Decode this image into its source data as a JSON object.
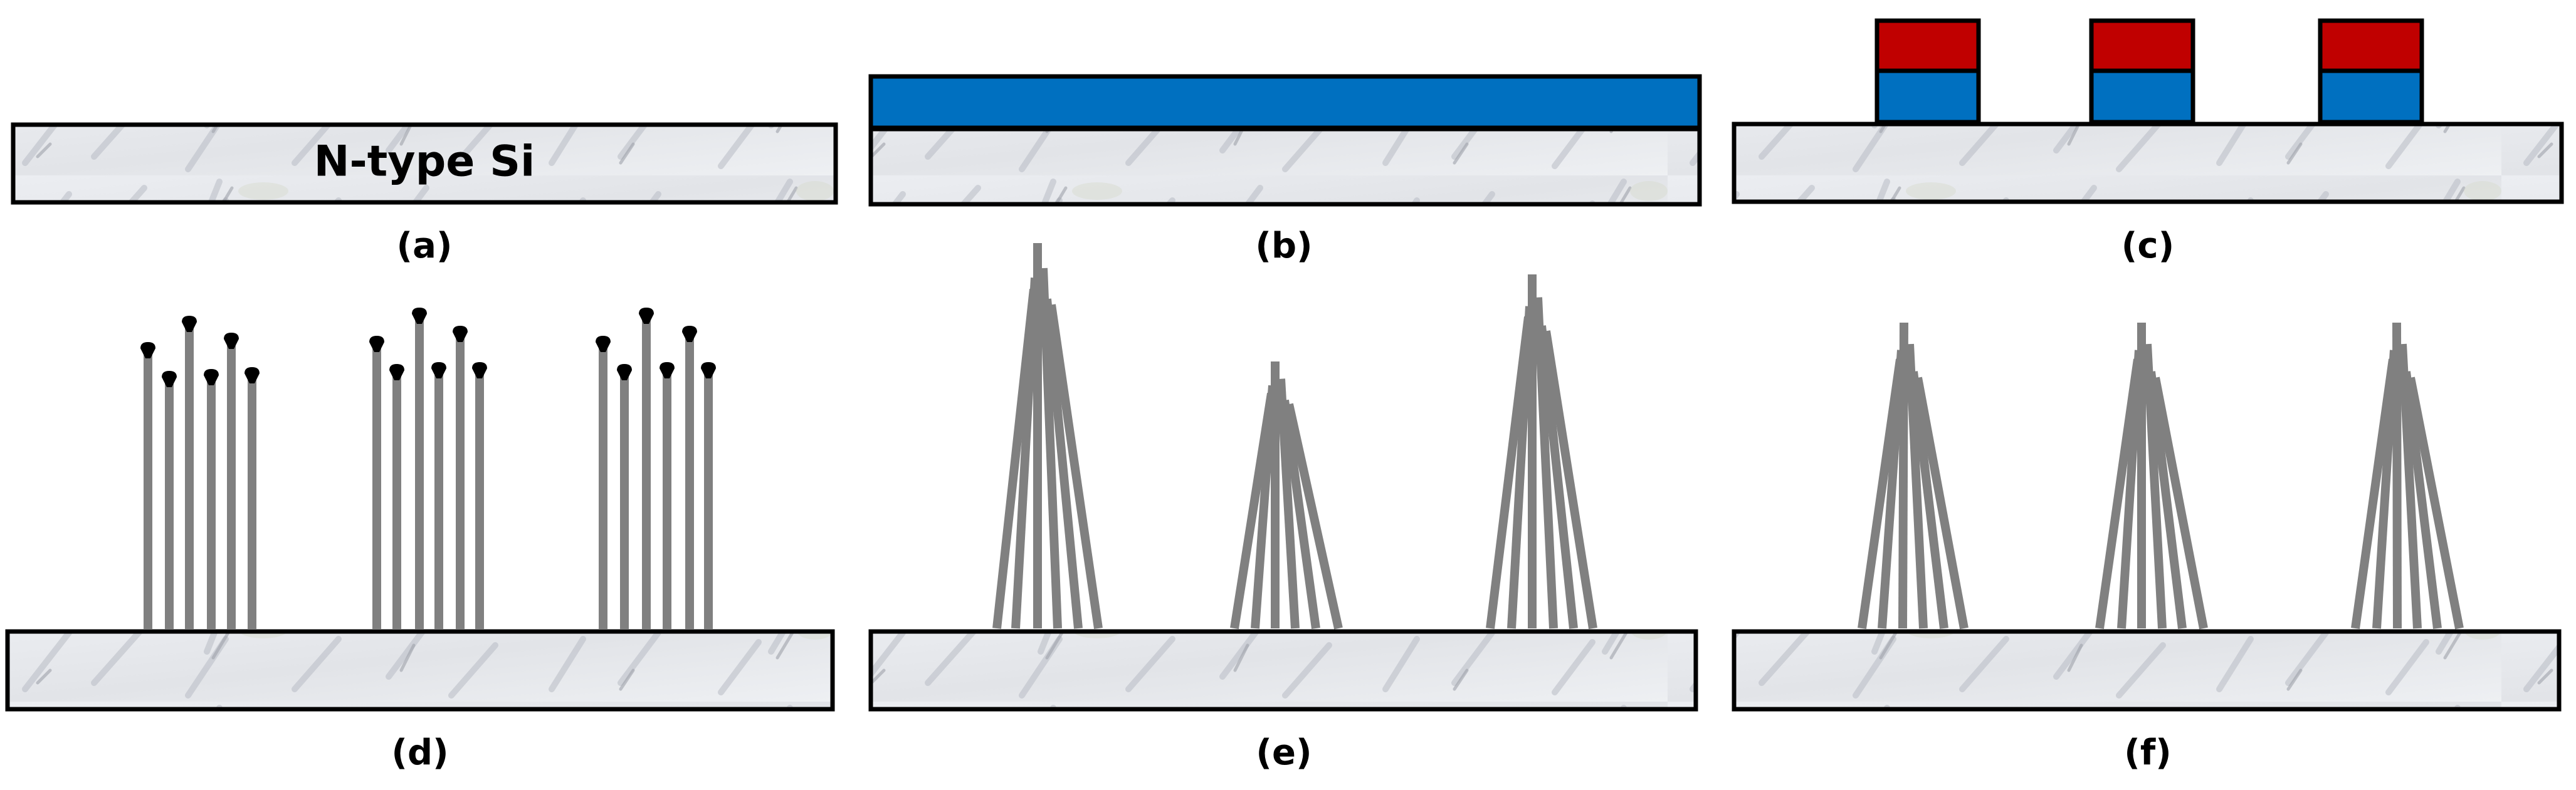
{
  "figure": {
    "substrate_label": "N-type Si",
    "colors": {
      "oxide_layer": "#0070C0",
      "mask_layer": "#C00000",
      "nanowire": "#808080",
      "catalyst_tip": "#000000",
      "outline": "#000000"
    },
    "panels": [
      {
        "id": "a",
        "label": "(a)",
        "content": "bare N-type Si substrate"
      },
      {
        "id": "b",
        "label": "(b)",
        "content": "blue layer deposited over substrate"
      },
      {
        "id": "c",
        "label": "(c)",
        "content": "three patterned pillars: blue layer capped with red layer",
        "pillar_count": 3
      },
      {
        "id": "d",
        "label": "(d)",
        "content": "three groups of vertical nanowires with black catalyst tips",
        "group_count": 3,
        "wires_per_group": 6
      },
      {
        "id": "e",
        "label": "(e)",
        "content": "three clumped nanowire bundles of differing heights",
        "group_count": 3,
        "wires_per_group": 6
      },
      {
        "id": "f",
        "label": "(f)",
        "content": "three uniform clumped nanowire bundles",
        "group_count": 3,
        "wires_per_group": 6
      }
    ]
  }
}
